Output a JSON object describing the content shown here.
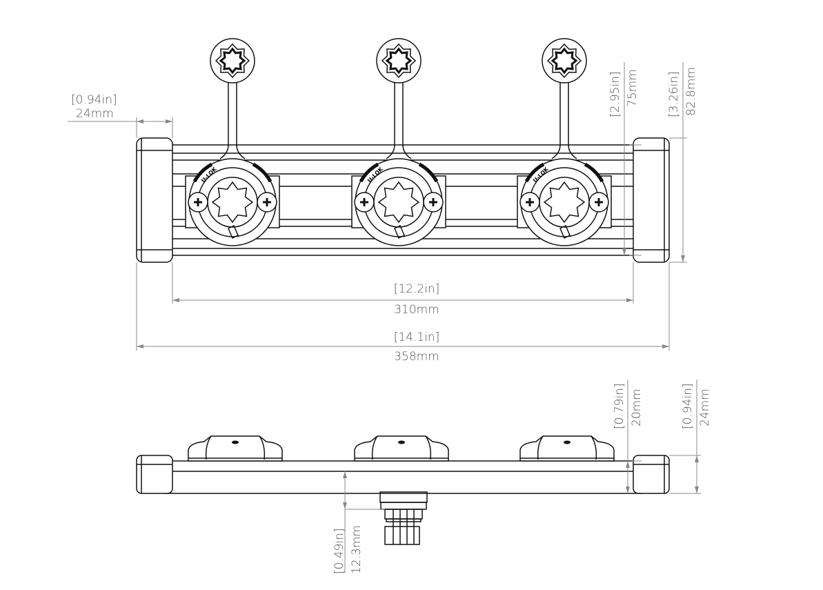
{
  "dimensions": {
    "end_cap_width": {
      "in": "[0.94in]",
      "mm": "24mm"
    },
    "mount_height": {
      "in": "[2.95in]",
      "mm": "75mm"
    },
    "overall_height": {
      "in": "[3.26in]",
      "mm": "82.8mm"
    },
    "inner_length": {
      "in": "[12.2in]",
      "mm": "310mm"
    },
    "overall_length": {
      "in": "[14.1in]",
      "mm": "358mm"
    },
    "rail_height": {
      "in": "[0.79in]",
      "mm": "20mm"
    },
    "cap_height": {
      "in": "[0.94in]",
      "mm": "24mm"
    },
    "connector_depth": {
      "in": "[0.49in]",
      "mm": "12.3mm"
    }
  },
  "mount_label": "U-LOK"
}
